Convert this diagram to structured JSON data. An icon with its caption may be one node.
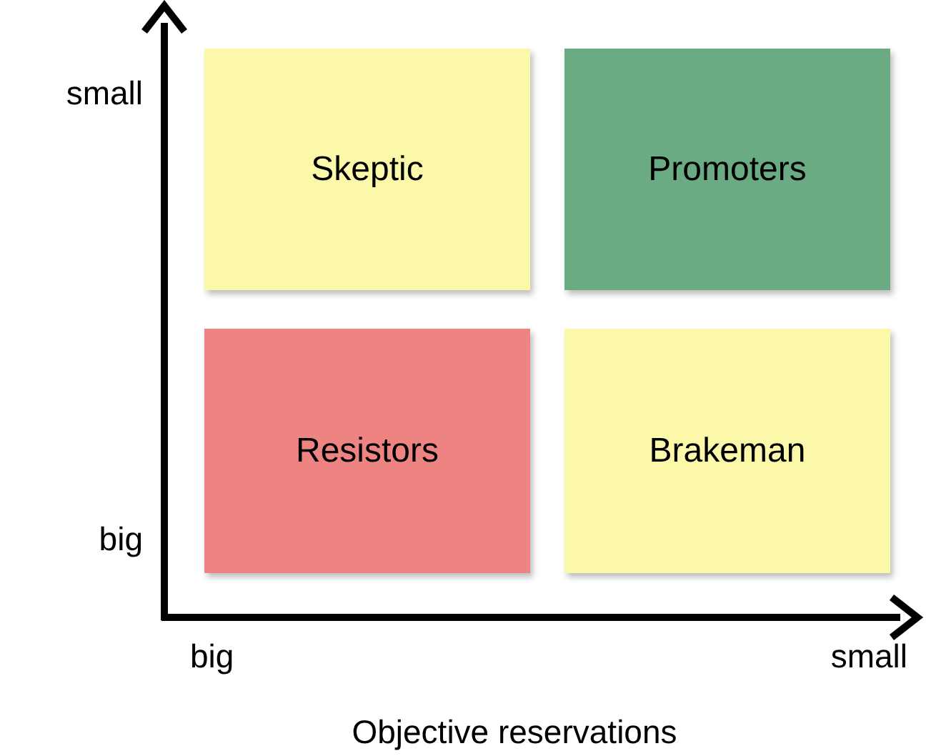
{
  "diagram": {
    "nodes": [
      {
        "text": [
          "Skeptic"
        ]
      },
      {
        "text": [
          "Promoters"
        ]
      },
      {
        "text": [
          "Resistors"
        ]
      },
      {
        "text": [
          "Brakeman"
        ]
      }
    ],
    "labels": [
      "small",
      "big",
      "big",
      "small",
      "Objective reservations"
    ]
  }
}
